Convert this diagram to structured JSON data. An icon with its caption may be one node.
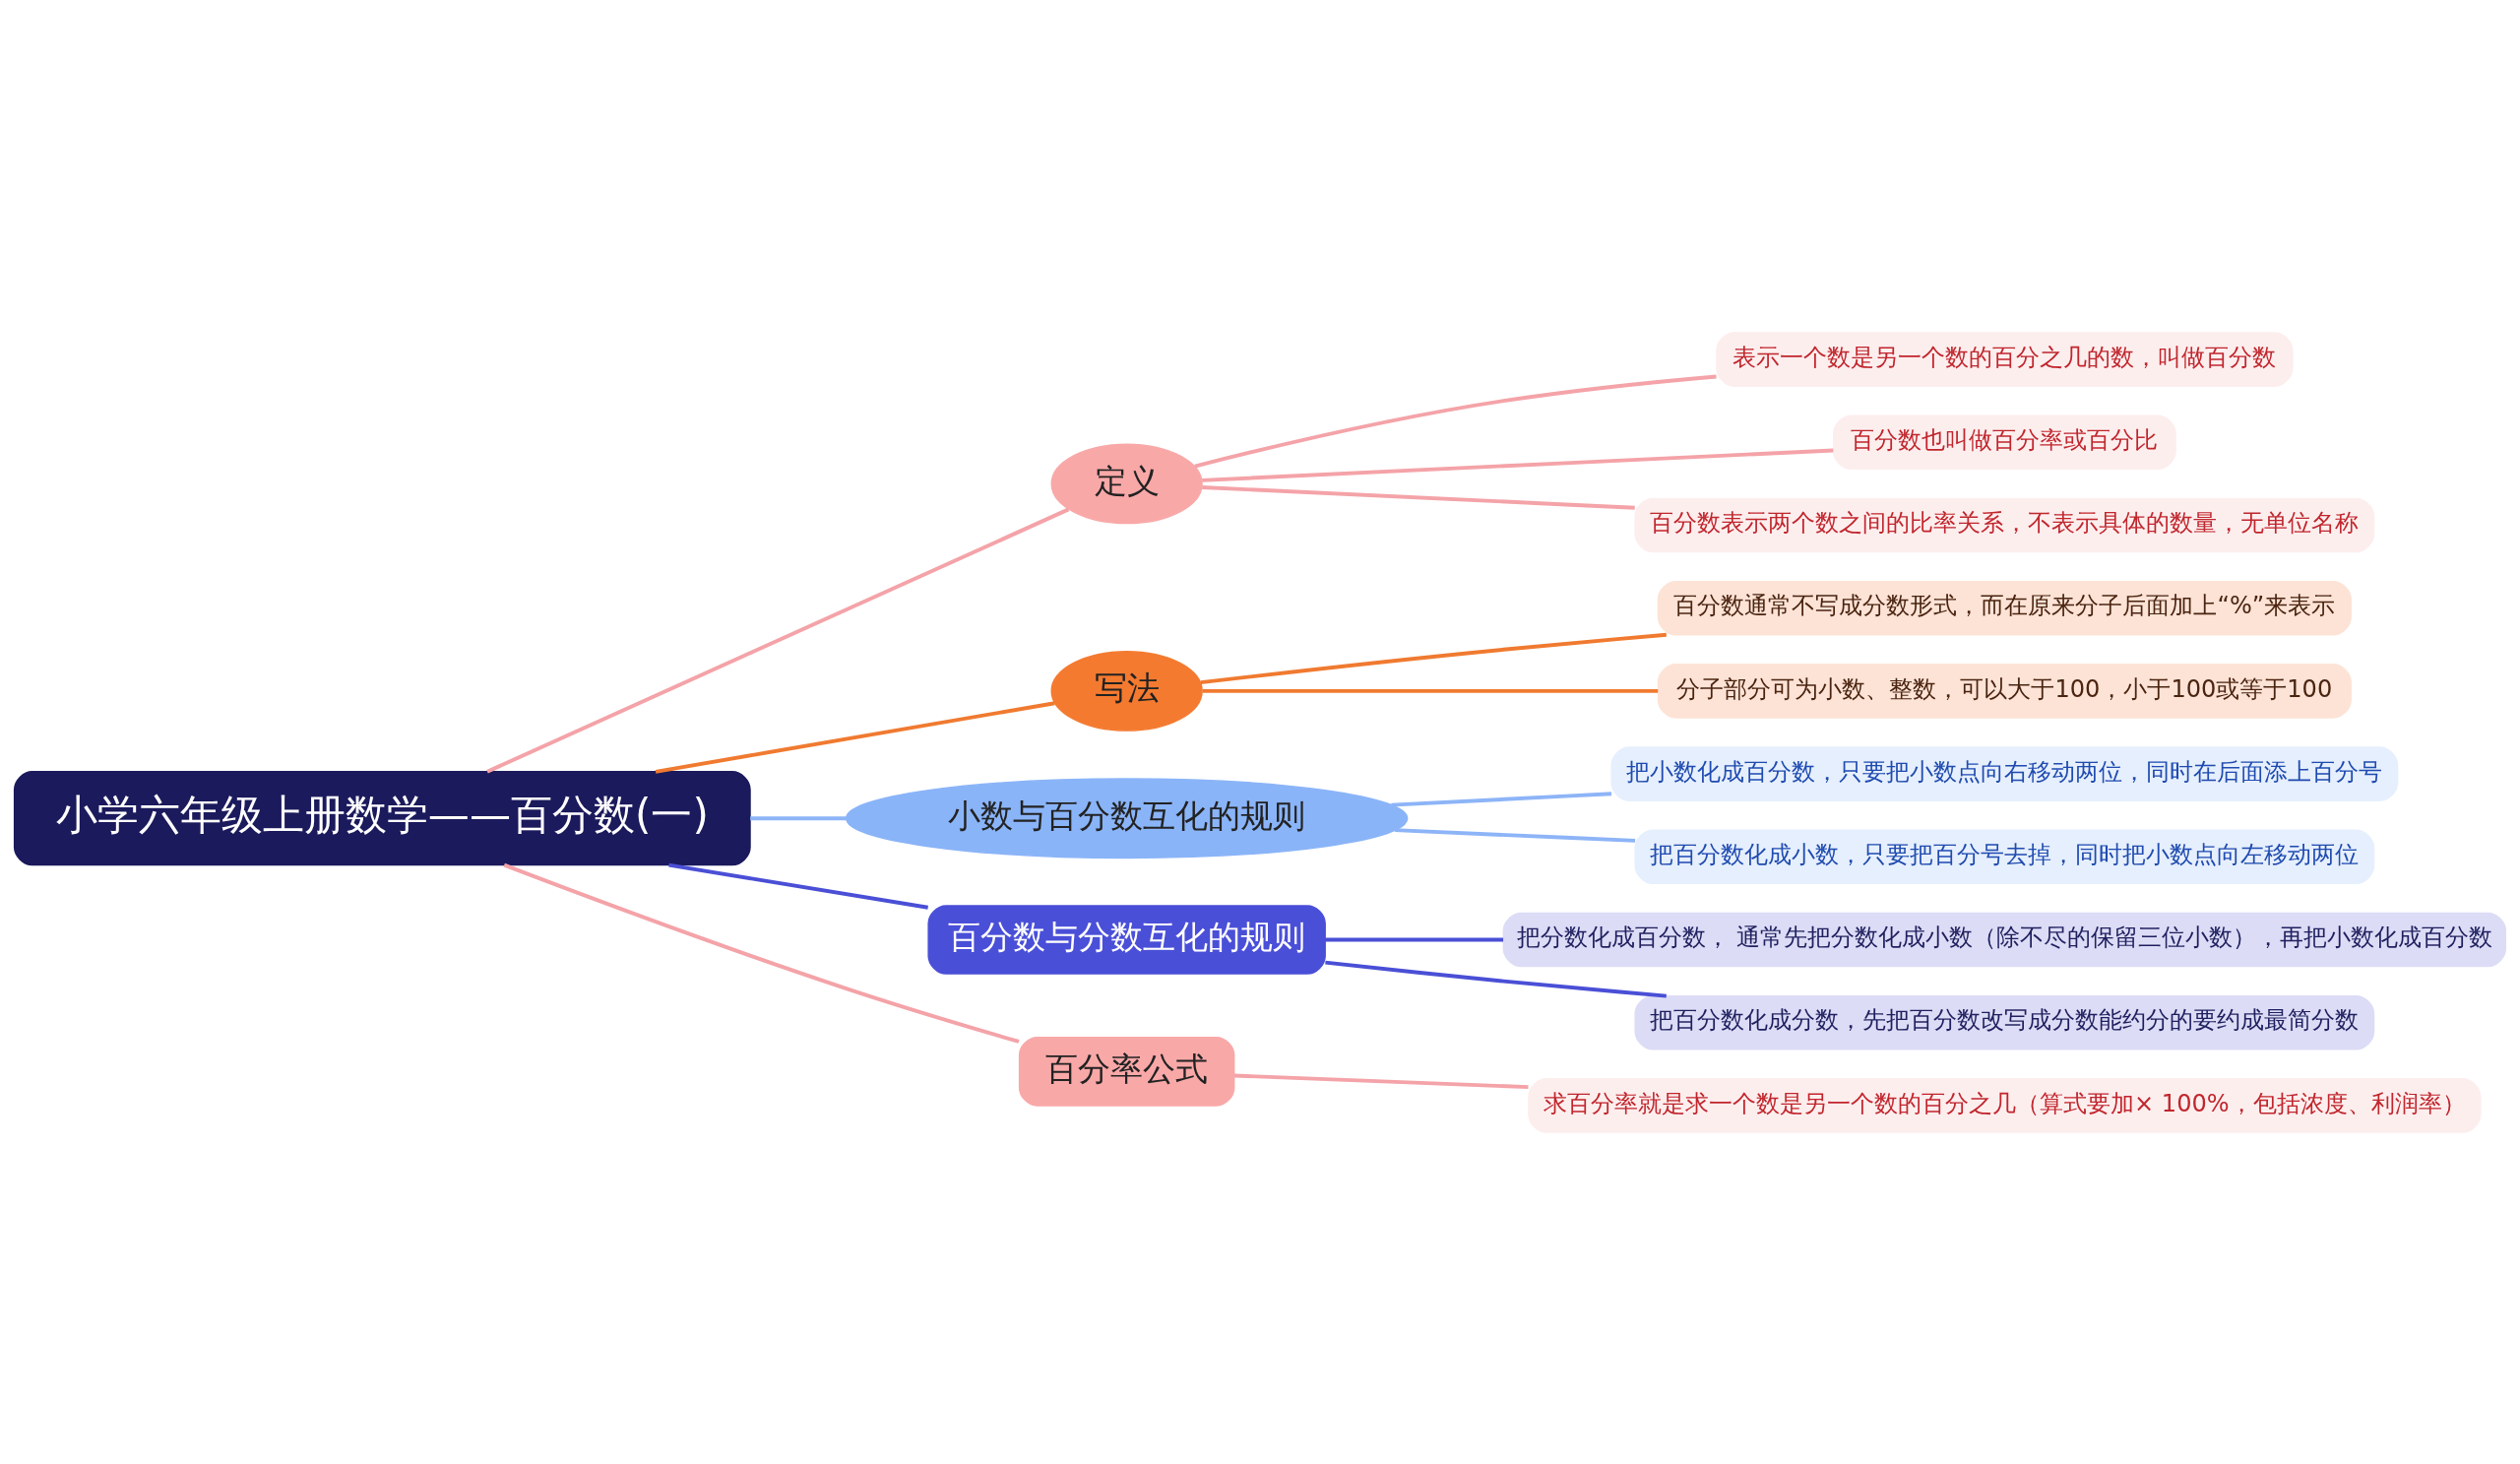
{
  "diagram": {
    "nodes": [
      {
        "text": [
          "小学六年级上册数学——百分数(一)"
        ]
      },
      {
        "text": [
          "定义"
        ]
      },
      {
        "text": [
          "表示一个数是另一个数的百分之几的数，叫做百分数"
        ]
      },
      {
        "text": [
          "百分数也叫做百分率或百分比"
        ]
      },
      {
        "text": [
          "百分数表示两个数之间的比率关系，不表示具体的数量，无单位名称"
        ]
      },
      {
        "text": [
          "写法"
        ]
      },
      {
        "text": [
          "百分数通常不写成分数形式，而在原来分子后面加上“%”来表示"
        ]
      },
      {
        "text": [
          "分子部分可为小数、整数，可以大于100，小于100或等于100"
        ]
      },
      {
        "text": [
          "小数与百分数互化的规则"
        ]
      },
      {
        "text": [
          "把小数化成百分数，只要把小数点向右移动两位，同时在后面添上百分号"
        ]
      },
      {
        "text": [
          "把百分数化成小数，只要把百分号去掉，同时把小数点向左移动两位"
        ]
      },
      {
        "text": [
          "百分数与分数互化的规则"
        ]
      },
      {
        "text": [
          "把分数化成百分数， 通常先把分数化成小数（除不尽的保留三位小数），再把小数化成百分数"
        ]
      },
      {
        "text": [
          "把百分数化成分数，先把百分数改写成分数能约分的要约成最简分数"
        ]
      },
      {
        "text": [
          "百分率公式"
        ]
      },
      {
        "text": [
          "求百分率就是求一个数是另一个数的百分之几（算式要加× 100%，包括浓度、利润率）"
        ]
      }
    ],
    "edges": [
      {
        "from": 0,
        "to": 1,
        "arrow": "none"
      },
      {
        "from": 1,
        "to": 2,
        "arrow": "none"
      },
      {
        "from": 1,
        "to": 3,
        "arrow": "none"
      },
      {
        "from": 1,
        "to": 4,
        "arrow": "none"
      },
      {
        "from": 0,
        "to": 5,
        "arrow": "none",
        "color": "#f07a30"
      },
      {
        "from": 5,
        "to": 6,
        "arrow": "none",
        "color": "#f07a30"
      },
      {
        "from": 5,
        "to": 7,
        "arrow": "none",
        "color": "#f07a30"
      },
      {
        "from": 0,
        "to": 8,
        "arrow": "none",
        "color": "#8db4f7"
      },
      {
        "from": 8,
        "to": 9,
        "arrow": "none",
        "color": "#8db4f7"
      },
      {
        "from": 8,
        "to": 10,
        "arrow": "none",
        "color": "#8db4f7"
      },
      {
        "from": 0,
        "to": 11,
        "arrow": "none",
        "color": "#4a4fd6"
      },
      {
        "from": 11,
        "to": 12,
        "arrow": "none",
        "color": "#4a4fd6"
      },
      {
        "from": 11,
        "to": 13,
        "arrow": "none",
        "color": "#4a4fd6"
      },
      {
        "from": 0,
        "to": 14,
        "arrow": "none"
      },
      {
        "from": 14,
        "to": 15,
        "arrow": "none"
      }
    ]
  }
}
